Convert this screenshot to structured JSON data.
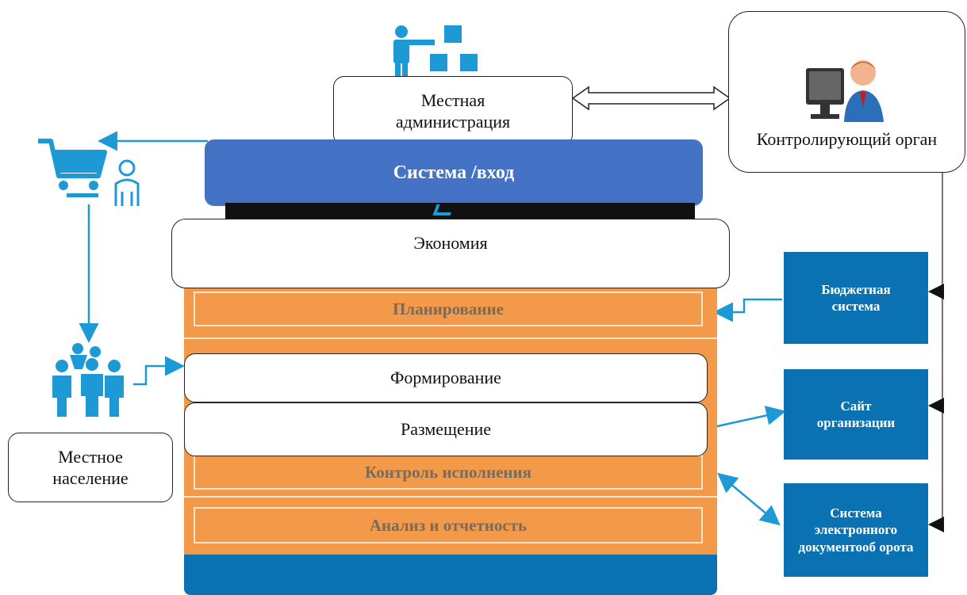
{
  "top": {
    "local_admin": "Местная администрация",
    "controller": "Контролирующий орган",
    "system_entry": "Система /вход"
  },
  "stack": {
    "economy": "Экономия",
    "planning": "Планирование",
    "forming": "Формирование",
    "placement": "Размещение",
    "control": "Контроль исполнения",
    "analysis": "Анализ и отчетность"
  },
  "side": {
    "population": "Местное население",
    "budget_system": "Бюджетная система",
    "org_site": "Сайт организации",
    "edms": "Система электронного документооб орота"
  },
  "colors": {
    "entry_blue": "#4472c4",
    "orange": "#f39a4a",
    "dark_blue": "#0a71b2",
    "icon_blue": "#1d9ad6"
  },
  "icons": [
    "admin-person-boxes-icon",
    "operator-computer-icon",
    "cart-person-icon",
    "people-group-icon"
  ]
}
